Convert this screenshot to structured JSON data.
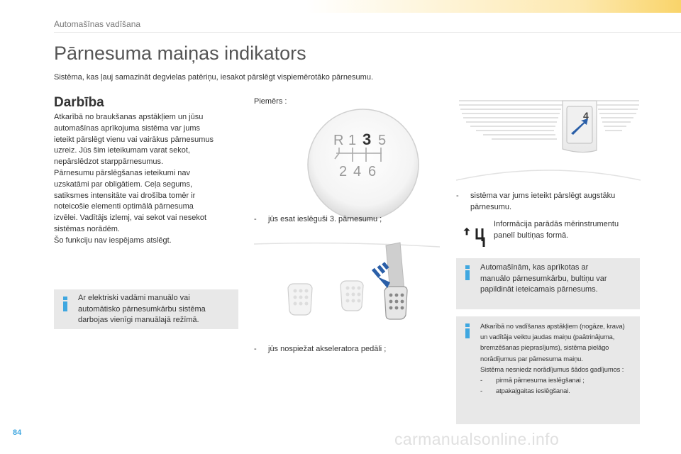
{
  "header": {
    "section_title": "Automašīnas vadīšana"
  },
  "page": {
    "title": "Pārnesuma maiņas indikators",
    "intro": "Sistēma, kas ļauj samazināt degvielas patēriņu, iesakot pārslēgt vispiemērotāko pārnesumu.",
    "number": "84"
  },
  "darbiba": {
    "title": "Darbība",
    "lines": [
      "Atkarībā no braukšanas apstākļiem un jūsu",
      "automašīnas aprīkojuma sistēma var jums",
      "ieteikt pārslēgt vienu vai vairākus pārnesumus",
      "uzreiz. Jūs šim ieteikumam varat sekot,",
      "nepārslēdzot starppārnesumus.",
      "Pārnesumu pārslēgšanas ieteikumi nav",
      "uzskatāmi par obligātiem. Ceļa segums,",
      "satiksmes intensitāte vai drošība tomēr ir",
      "noteicošie elementi optimālā pārnesuma",
      "izvēlei. Vadītājs izlemj, vai sekot vai nesekot",
      "sistēmas norādēm.",
      "Šo funkciju nav iespējams atslēgt."
    ]
  },
  "info_auto": {
    "lines": [
      "Ar elektriski vadāmi manuālo vai",
      "automātisko pārnesumkārbu sistēma",
      "darbojas vienīgi manuālajā režīmā."
    ]
  },
  "example": {
    "label": "Piemērs :",
    "gear_row1": [
      "R",
      "1",
      "3",
      "5"
    ],
    "gear_row2": [
      "2",
      "4",
      "6"
    ],
    "bullet_gear": "jūs esat ieslēguši 3. pārnesumu ;",
    "bullet_pedal": "jūs nospiežat akseleratora pedāli ;",
    "bullet_dash": [
      "sistēma var jums ieteikt pārslēgt augstāku",
      "pārnesumu."
    ],
    "dash_indicator": "4",
    "dash_info": [
      "Informācija parādās mērinstrumentu",
      "panelī bultiņas formā."
    ]
  },
  "info_manual": {
    "lines": [
      "Automašīnām, kas aprīkotas ar",
      "manuālo pārnesumkārbu, bultiņu var",
      "papildināt ieteicamais pārnesums."
    ]
  },
  "info_conditions": {
    "lines": [
      "Atkarībā no vadīšanas apstākļiem (nogāze, krava)",
      "un vadītāja veiktu jaudas maiņu (paātrinājuma,",
      "bremzēšanas pieprasījums), sistēma pielāgo",
      "norādījumus par pārnesuma maiņu.",
      "Sistēma nesniedz norādījumus šādos gadījumos :"
    ],
    "items": [
      "pirmā pārnesuma ieslēgšanai ;",
      "atpakaļgaitas ieslēgšanai."
    ]
  },
  "common": {
    "dash": "-"
  },
  "watermark": "carmanualsonline.info",
  "colors": {
    "accent": "#3fa7e0",
    "box_bg": "#e8e8e8",
    "header_yellow": "#f9d46a"
  }
}
